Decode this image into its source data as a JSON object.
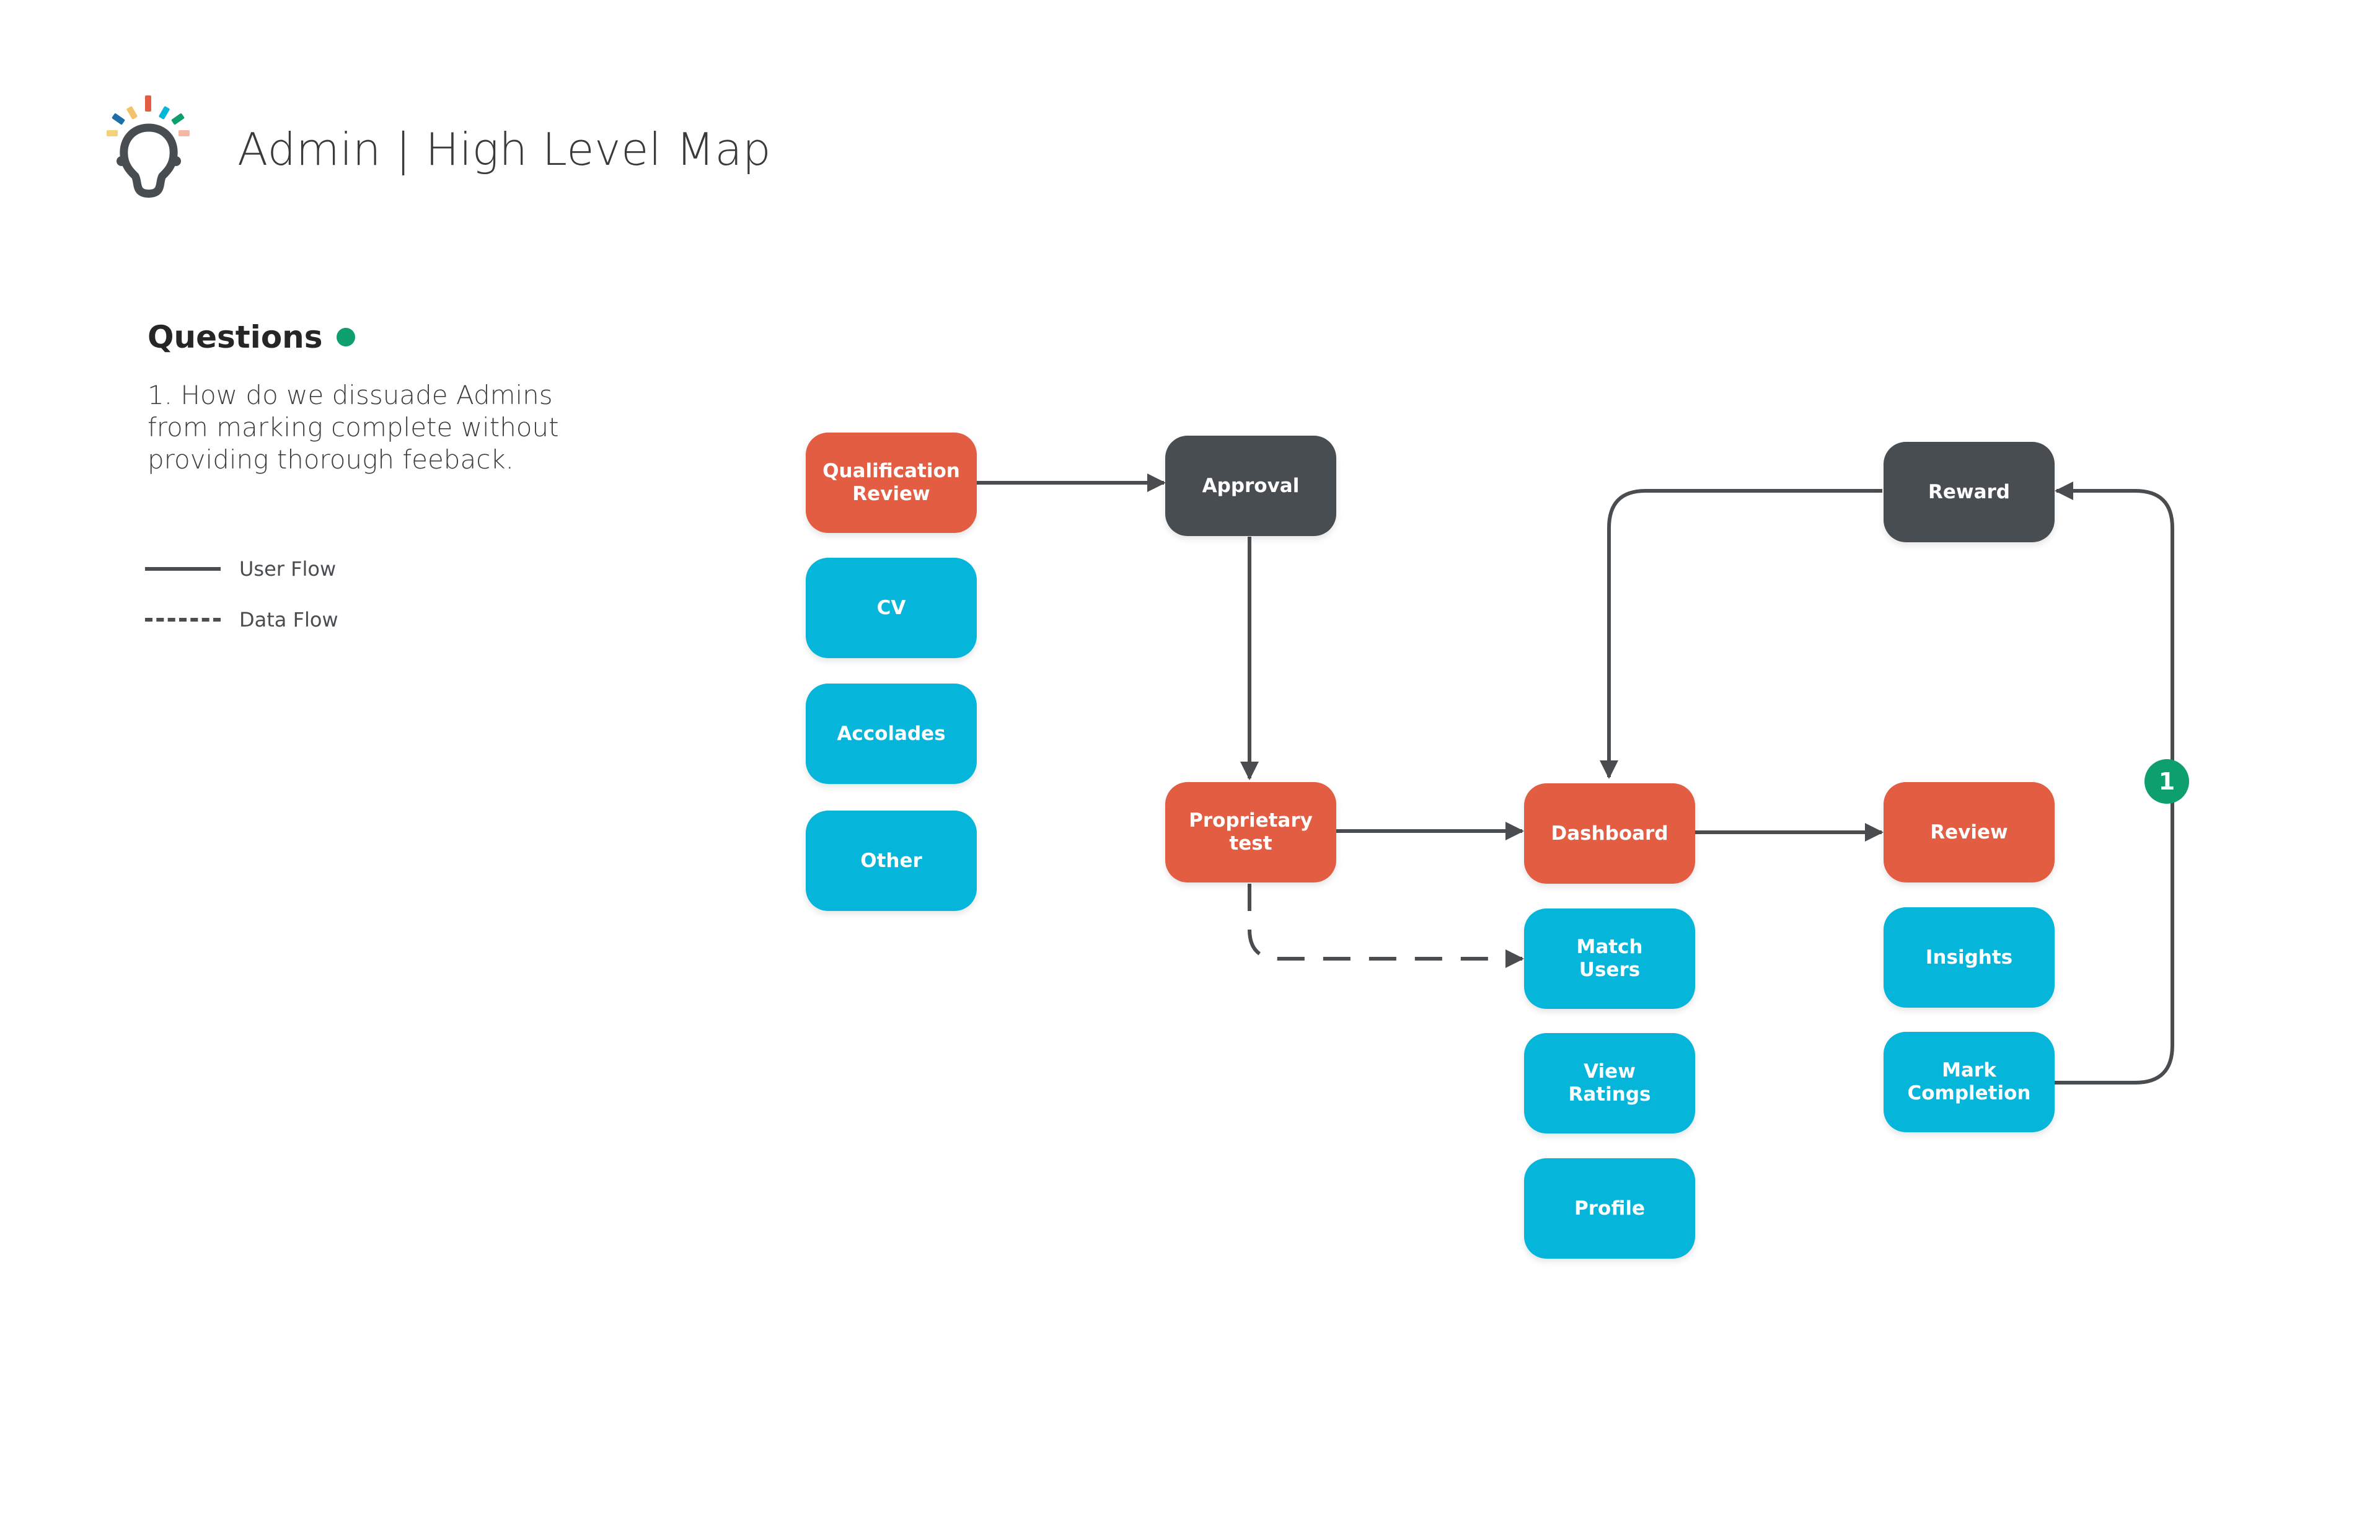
{
  "header": {
    "title": "Admin | High Level Map",
    "logo_icon": "lightbulb-head-logo"
  },
  "questions": {
    "title": "Questions",
    "status_color": "#0e9f6e",
    "items": [
      "1. How do we dissuade Admins from marking complete without providing thorough feeback."
    ]
  },
  "legend": {
    "user_flow": "User Flow",
    "data_flow": "Data Flow"
  },
  "colors": {
    "orange": "#e35d43",
    "dark": "#484d52",
    "blue": "#06b5da",
    "connector": "#4a4d50",
    "badge": "#0e9f6e"
  },
  "nodes": {
    "qualification_review": "Qualification\nReview",
    "cv": "CV",
    "accolades": "Accolades",
    "other": "Other",
    "approval": "Approval",
    "proprietary_test": "Proprietary\ntest",
    "dashboard": "Dashboard",
    "match_users": "Match\nUsers",
    "view_ratings": "View\nRatings",
    "profile": "Profile",
    "reward": "Reward",
    "review": "Review",
    "insights": "Insights",
    "mark_completion": "Mark\nCompletion"
  },
  "badge": {
    "label": "1"
  },
  "edges": [
    {
      "from": "Qualification Review",
      "to": "Approval",
      "type": "user"
    },
    {
      "from": "Approval",
      "to": "Proprietary test",
      "type": "user"
    },
    {
      "from": "Proprietary test",
      "to": "Dashboard",
      "type": "user"
    },
    {
      "from": "Proprietary test",
      "to": "Match Users",
      "type": "data"
    },
    {
      "from": "Dashboard",
      "to": "Review",
      "type": "user"
    },
    {
      "from": "Mark Completion",
      "to": "Reward",
      "type": "user"
    },
    {
      "from": "Reward",
      "to": "Dashboard",
      "type": "user"
    }
  ]
}
